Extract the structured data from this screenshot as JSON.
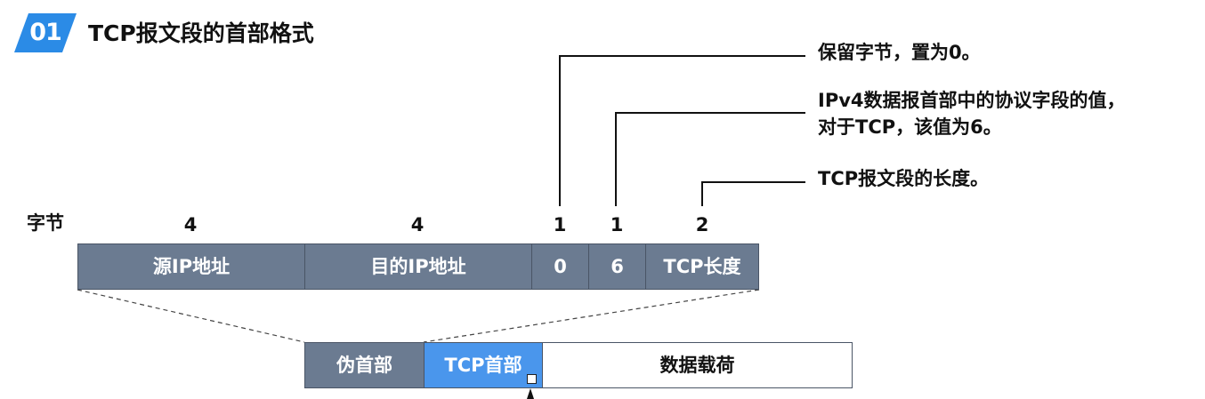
{
  "header": {
    "badge": "01",
    "title": "TCP报文段的首部格式"
  },
  "annotations": {
    "reserved": "保留字节，置为0。",
    "protocol_line1": "IPv4数据报首部中的协议字段的值，",
    "protocol_line2": "对于TCP，该值为6。",
    "length": "TCP报文段的长度。"
  },
  "byte_row": {
    "label": "字节",
    "counts": [
      "4",
      "4",
      "1",
      "1",
      "2"
    ]
  },
  "pseudo_header": {
    "fields": [
      "源IP地址",
      "目的IP地址",
      "0",
      "6",
      "TCP长度"
    ]
  },
  "bottom_row": {
    "fields": [
      "伪首部",
      "TCP首部",
      "数据载荷"
    ]
  },
  "colors": {
    "accent": "#2b8be6",
    "pseudo_field": "#6b7b91",
    "tcp_header": "#4a96ec"
  }
}
